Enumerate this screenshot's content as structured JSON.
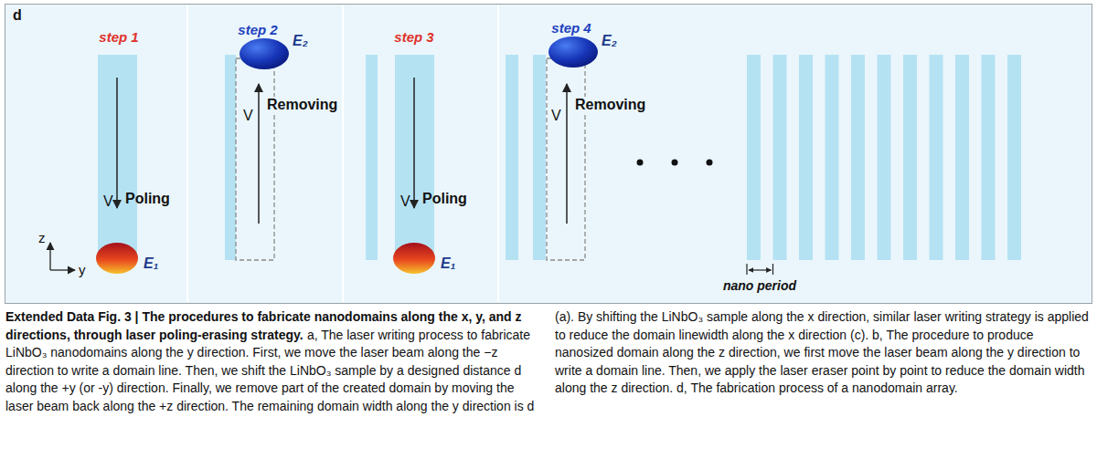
{
  "diagram": {
    "title": "Extended Data Fig. 3 | The procedures to fabricate nanodomains along the x, y, and z directions, through laser poling-erasing strategy.",
    "caption": "a, The laser writing process to fabricate LiNbO₃ nanodomains along the y direction. First, we move the laser beam along the −z direction to write a domain line. Then, we shift the LiNbO₃ sample by a designed distance d along the +y (or -y) direction. Finally, we remove part of the created domain by moving the laser beam back along the +z direction. The remaining domain width along the y direction is d (a). By shifting the LiNbO₃ sample along the x direction, similar laser writing strategy is applied to reduce the domain linewidth along the x direction (c). b, The procedure to produce nanosized domain along the z direction, we first move the laser beam along the y direction to write a domain line. Then, we apply the laser eraser point by point to reduce the domain width along the z direction. d, The fabrication process of a nanodomain array.",
    "nodes": [
      {
        "text": [
          "E₁"
        ]
      },
      {
        "text": [
          "E₂"
        ]
      },
      {
        "text": [
          "E₁"
        ]
      },
      {
        "text": [
          "E₂"
        ]
      }
    ],
    "labels": [
      "d",
      "step 1",
      "step 2",
      "step 3",
      "step 4",
      "V",
      "Poling",
      "V",
      "Removing",
      "V",
      "Poling",
      "V",
      "Removing",
      "z",
      "y",
      "nano period"
    ]
  }
}
